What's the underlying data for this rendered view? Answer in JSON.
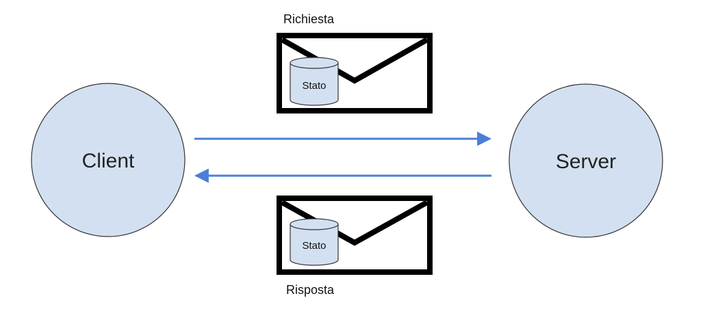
{
  "nodes": {
    "client": {
      "label": "Client"
    },
    "server": {
      "label": "Server"
    }
  },
  "messages": {
    "request": {
      "label": "Richiesta",
      "payload_label": "Stato"
    },
    "response": {
      "label": "Risposta",
      "payload_label": "Stato"
    }
  },
  "icons": {
    "message": "envelope-icon",
    "payload": "database-icon"
  },
  "colors": {
    "node_fill": "#d3e0f1",
    "node_stroke": "#333333",
    "arrow": "#4a7fd6",
    "db_fill": "#d3e0f1",
    "envelope_stroke": "#000000"
  }
}
